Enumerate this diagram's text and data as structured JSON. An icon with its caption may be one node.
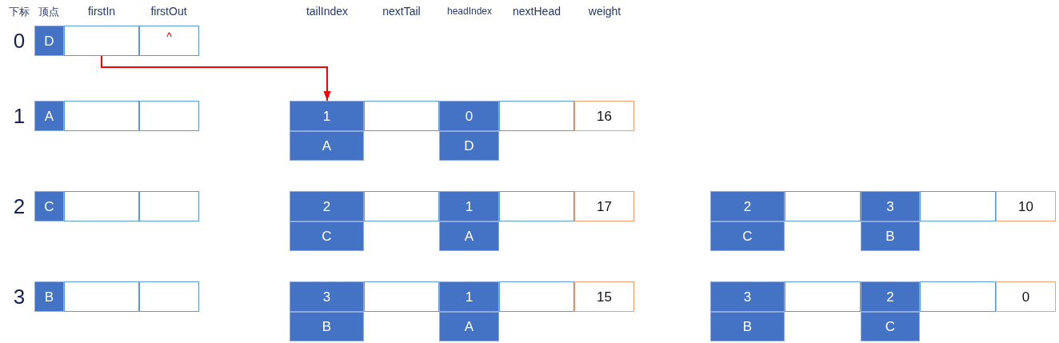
{
  "diagram": {
    "nodes": [
      {
        "text": [
          "D"
        ]
      },
      {
        "text": [],
        "shape": "box"
      },
      {
        "text": [
          "^"
        ]
      },
      {
        "text": [
          "A"
        ]
      },
      {
        "text": [],
        "shape": "box"
      },
      {
        "text": [],
        "shape": "box"
      },
      {
        "text": [
          "1"
        ]
      },
      {
        "text": [],
        "shape": "box"
      },
      {
        "text": [
          "0"
        ]
      },
      {
        "text": [],
        "shape": "box"
      },
      {
        "text": [
          "16"
        ]
      },
      {
        "text": [
          "A"
        ]
      },
      {
        "text": [
          "D"
        ]
      },
      {
        "text": [
          "C"
        ]
      },
      {
        "text": [],
        "shape": "box"
      },
      {
        "text": [],
        "shape": "box"
      },
      {
        "text": [
          "2"
        ]
      },
      {
        "text": [],
        "shape": "box"
      },
      {
        "text": [
          "1"
        ]
      },
      {
        "text": [],
        "shape": "box"
      },
      {
        "text": [
          "17"
        ]
      },
      {
        "text": [
          "2"
        ]
      },
      {
        "text": [],
        "shape": "box"
      },
      {
        "text": [
          "3"
        ]
      },
      {
        "text": [],
        "shape": "box"
      },
      {
        "text": [
          "10"
        ]
      },
      {
        "text": [
          "C"
        ]
      },
      {
        "text": [
          "A"
        ]
      },
      {
        "text": [
          "C"
        ]
      },
      {
        "text": [
          "B"
        ]
      },
      {
        "text": [
          "B"
        ]
      },
      {
        "text": [],
        "shape": "box"
      },
      {
        "text": [],
        "shape": "box"
      },
      {
        "text": [
          "3"
        ]
      },
      {
        "text": [],
        "shape": "box"
      },
      {
        "text": [
          "1"
        ]
      },
      {
        "text": [],
        "shape": "box"
      },
      {
        "text": [
          "15"
        ]
      },
      {
        "text": [
          "3"
        ]
      },
      {
        "text": [],
        "shape": "box"
      },
      {
        "text": [
          "2"
        ]
      },
      {
        "text": [],
        "shape": "box"
      },
      {
        "text": [
          "0"
        ]
      },
      {
        "text": [
          "B"
        ]
      },
      {
        "text": [
          "A"
        ]
      },
      {
        "text": [
          "B"
        ]
      },
      {
        "text": [
          "C"
        ]
      }
    ],
    "edges": [
      {
        "from": 1,
        "to": 6,
        "arrow": "to",
        "color": "#ff0000"
      }
    ],
    "labels": [
      "下标",
      "顶点",
      "firstIn",
      "firstOut",
      "tailIndex",
      "nextTail",
      "headIndex",
      "nextHead",
      "weight",
      "0",
      "1",
      "2",
      "3"
    ]
  }
}
